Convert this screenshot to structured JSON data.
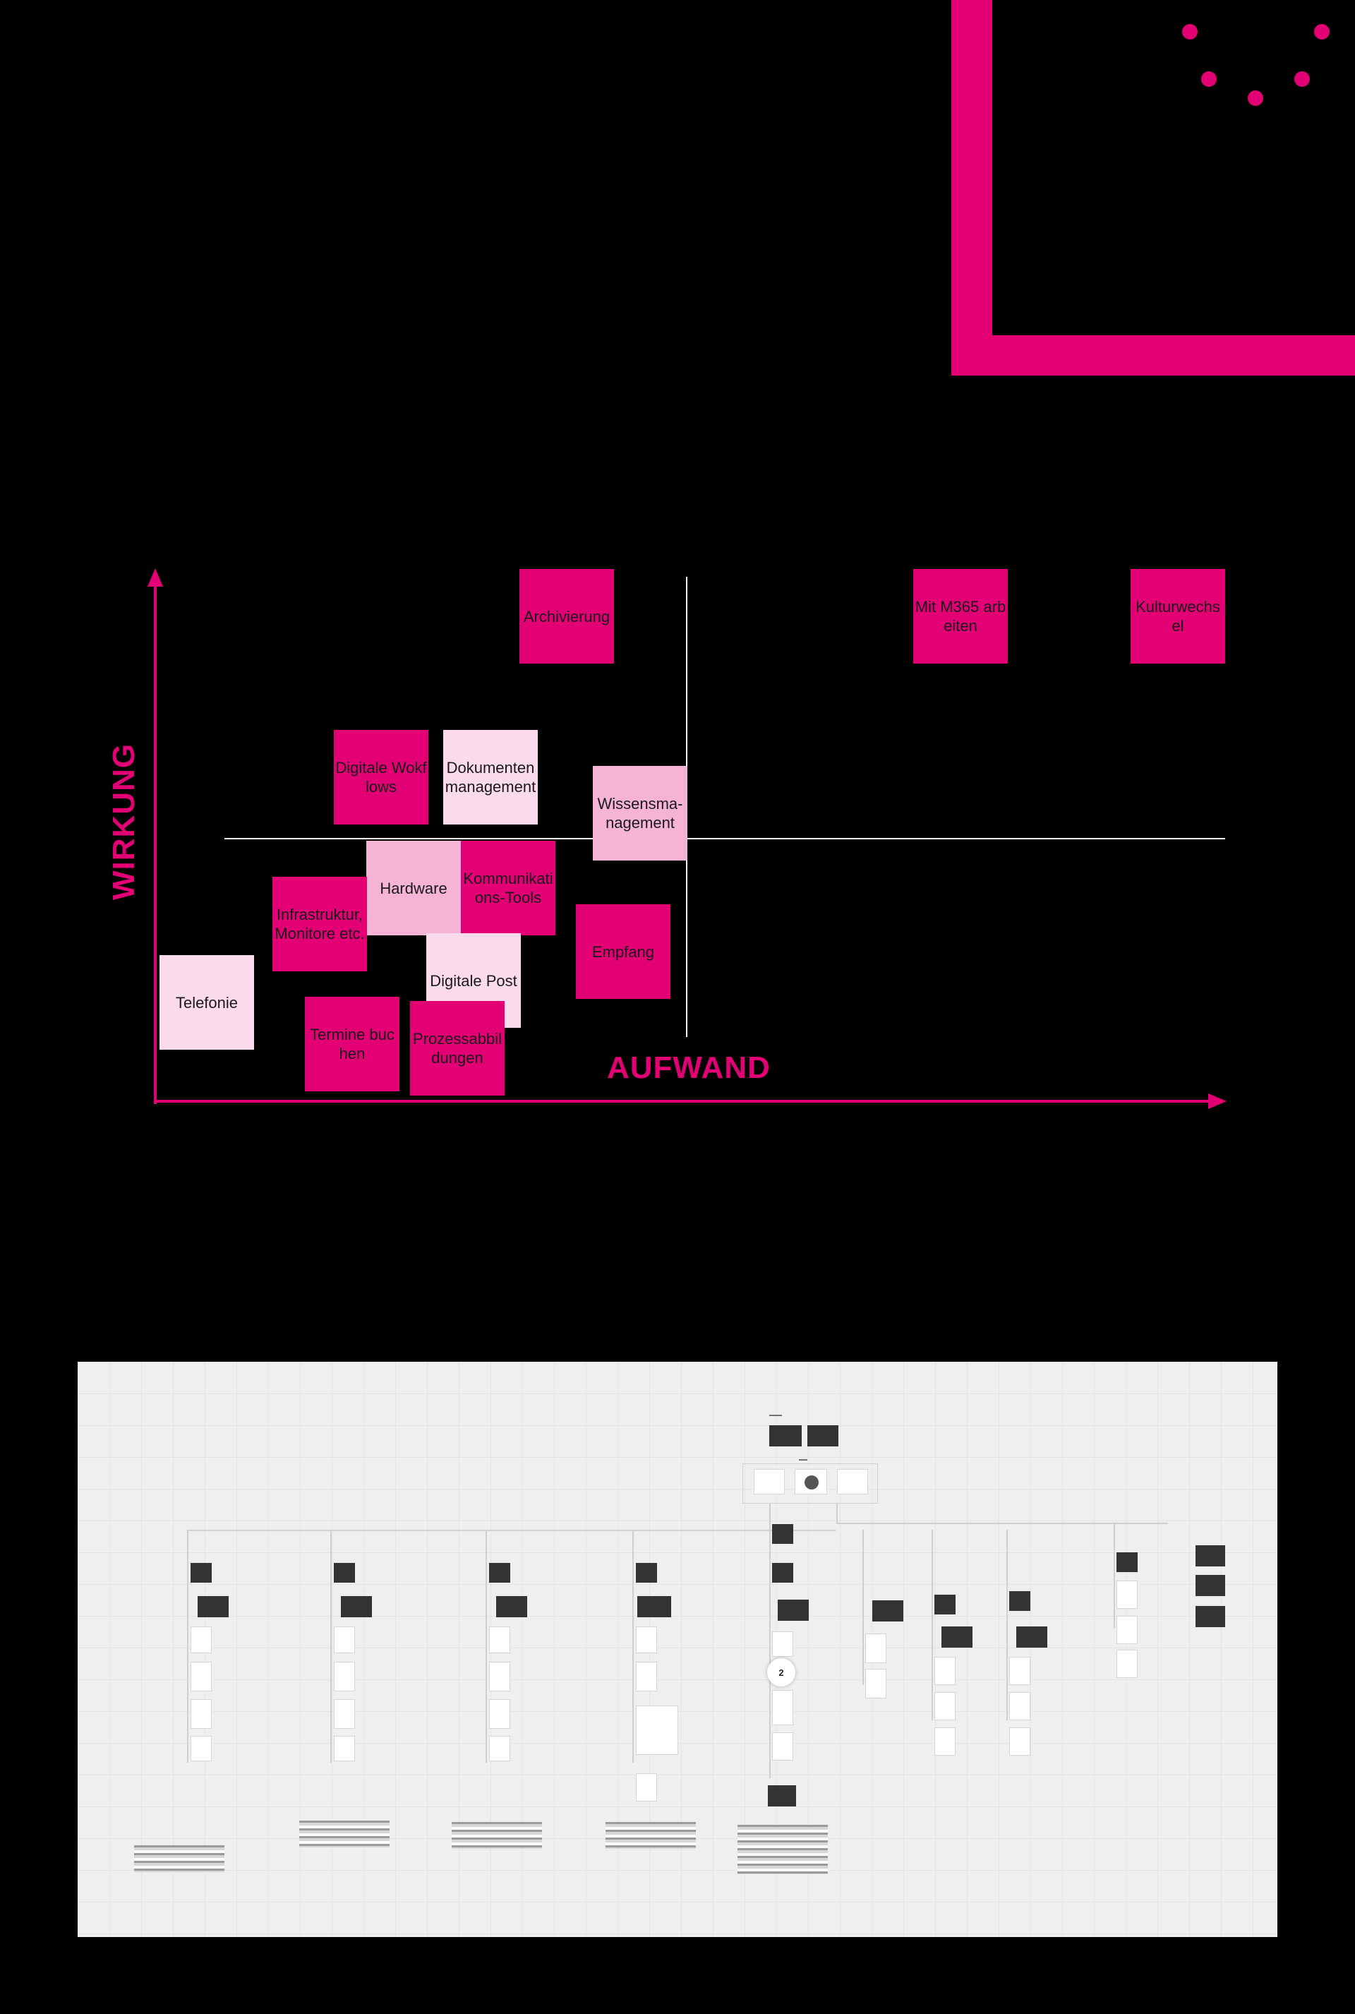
{
  "matrix": {
    "y_axis_label": "WIRKUNG",
    "x_axis_label": "AUFWAND",
    "notes": {
      "archivierung": "Archivierung",
      "m365": "Mit M365 arbeiten",
      "kulturwechsel": "Kulturwechsel",
      "workflows": "Digitale Wokflows",
      "dokumentenmanagement": "Dokumentenmanagement",
      "wissensmanagement": "Wissensma-nagement",
      "hardware": "Hardware",
      "kommunikation": "Kommunikations-Tools",
      "infrastruktur": "Infrastruktur, Monitore etc.",
      "empfang": "Empfang",
      "digitale_post": "Digitale Post",
      "telefonie": "Telefonie",
      "termine": "Termine buchen",
      "prozess": "Prozessabbildungen"
    },
    "colors": {
      "accent": "#e20074",
      "mid": "#f5b3d6",
      "light": "#fbdbeb"
    }
  },
  "board": {
    "badge": "2"
  }
}
